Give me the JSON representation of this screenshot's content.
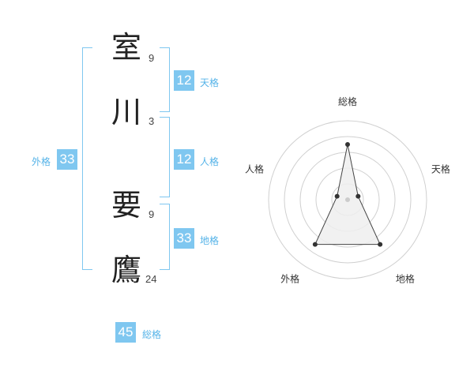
{
  "name": {
    "characters": [
      {
        "char": "室",
        "strokes": "9"
      },
      {
        "char": "川",
        "strokes": "3"
      },
      {
        "char": "要",
        "strokes": "9"
      },
      {
        "char": "鷹",
        "strokes": "24"
      }
    ]
  },
  "fortunes": {
    "tenkaku": {
      "value": "12",
      "label": "天格"
    },
    "jinkaku": {
      "value": "12",
      "label": "人格"
    },
    "chikaku": {
      "value": "33",
      "label": "地格"
    },
    "gaikaku": {
      "value": "33",
      "label": "外格"
    },
    "soukaku": {
      "value": "45",
      "label": "総格"
    }
  },
  "chart_data": {
    "type": "radar",
    "axes": [
      "総格",
      "天格",
      "地格",
      "外格",
      "人格"
    ],
    "values": [
      0.7,
      0.14,
      0.7,
      0.7,
      0.14
    ],
    "max": 1.0,
    "rings": 5
  }
}
